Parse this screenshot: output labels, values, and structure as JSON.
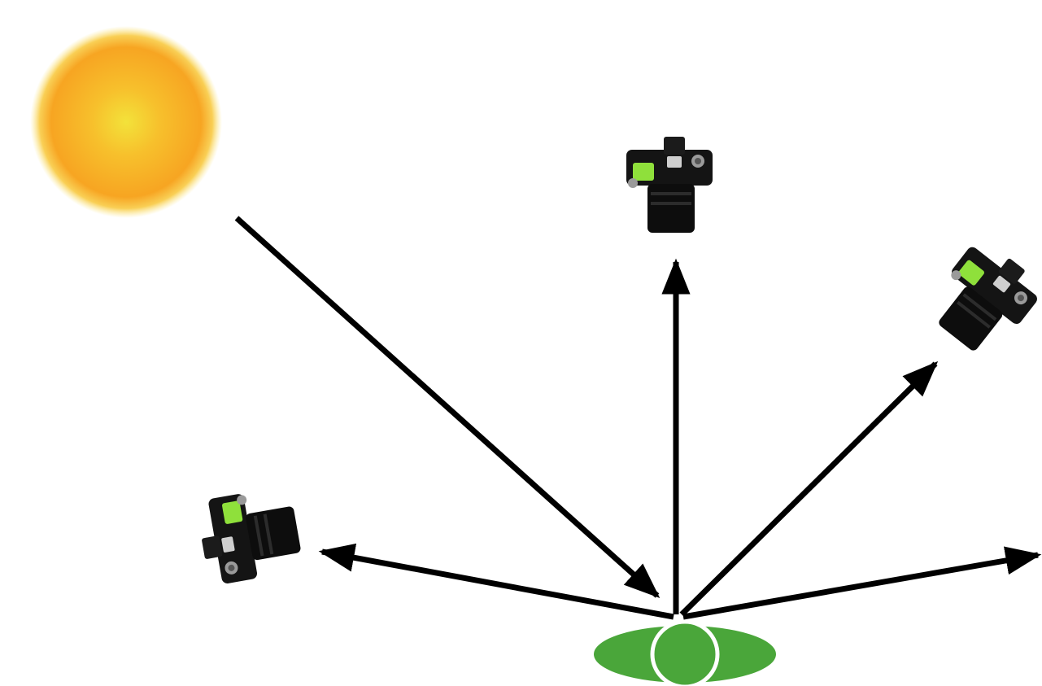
{
  "diagram": {
    "kind": "light reflection from a surface, viewed by cameras at different angles",
    "elements": [
      {
        "id": "sun",
        "icon": "sun-icon"
      },
      {
        "id": "leaf",
        "icon": "leaf-icon"
      },
      {
        "id": "camera-top",
        "icon": "camera-icon"
      },
      {
        "id": "camera-right",
        "icon": "camera-icon"
      },
      {
        "id": "camera-left",
        "icon": "camera-icon"
      }
    ],
    "arrows": [
      {
        "id": "incident-ray",
        "from": "sun",
        "to": "leaf"
      },
      {
        "id": "reflected-ray-up",
        "from": "leaf",
        "to": "camera-top"
      },
      {
        "id": "reflected-ray-upper-right",
        "from": "leaf",
        "to": "camera-right"
      },
      {
        "id": "reflected-ray-left",
        "from": "leaf",
        "to": "camera-left"
      },
      {
        "id": "reflected-ray-right",
        "from": "leaf",
        "to": "off-canvas-right"
      }
    ],
    "colors": {
      "sun_core": "#f6d83a",
      "sun_mid": "#f7a823",
      "sun_glow": "#fbe98a",
      "leaf": "#4aa63a",
      "arrow": "#000000",
      "camera_body": "#111111",
      "camera_screen": "#8fe03b",
      "camera_dial": "#9a9a9a"
    }
  }
}
